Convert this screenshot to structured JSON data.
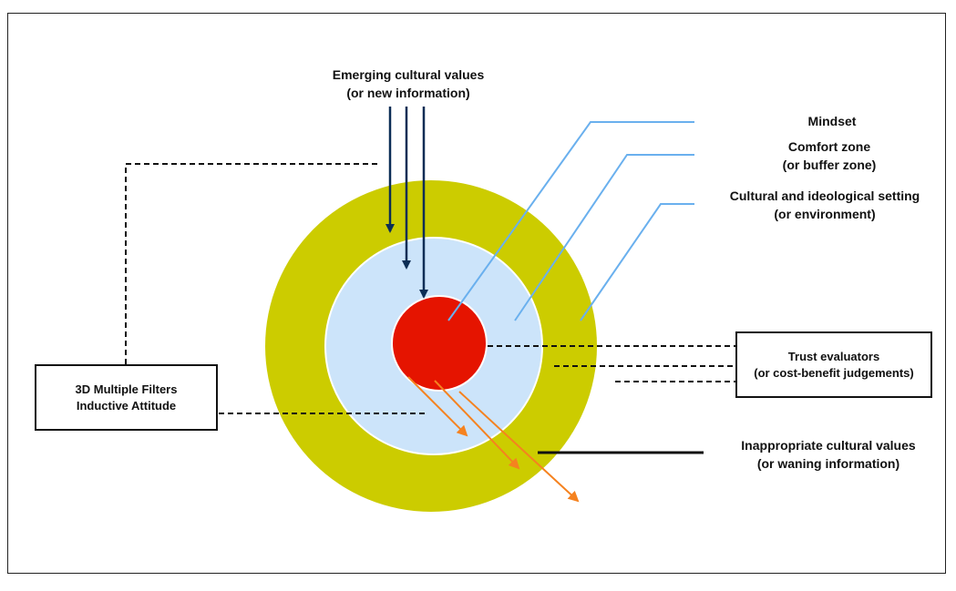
{
  "diagram": {
    "emerging": {
      "line1": "Emerging cultural values",
      "line2": "(or new information)"
    },
    "mindset": {
      "label": "Mindset"
    },
    "comfort": {
      "line1": "Comfort zone",
      "line2": "(or buffer zone)"
    },
    "setting": {
      "line1": "Cultural and ideological setting",
      "line2": "(or environment)"
    },
    "trust": {
      "line1": "Trust evaluators",
      "line2": "(or cost-benefit judgements)"
    },
    "filters": {
      "line1": "3D Multiple Filters",
      "line2": "Inductive Attitude"
    },
    "inappropriate": {
      "line1": "Inappropriate cultural values",
      "line2": "(or waning information)"
    }
  },
  "colors": {
    "outer_ring": "#cccc00",
    "comfort_zone": "#cce4fa",
    "mindset": "#e51400",
    "incoming_arrows": "#0b2d55",
    "outgoing_arrows": "#f5821f",
    "leader_lines": "#6ab0ee"
  }
}
